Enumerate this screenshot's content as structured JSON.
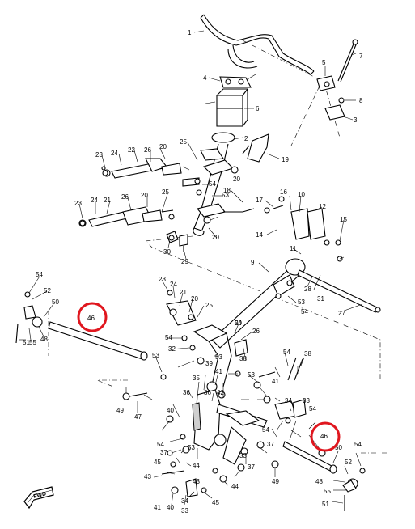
{
  "callouts": {
    "c1": "1",
    "c2": "2",
    "c3": "3",
    "c4": "4",
    "c5": "5",
    "c6": "6",
    "c7": "7",
    "c8": "8",
    "c9": "9",
    "c10": "10",
    "c11": "11",
    "c12": "12",
    "c14": "14",
    "c15": "15",
    "c16": "16",
    "c17": "17",
    "c18": "18",
    "c19": "19",
    "c20a": "20",
    "c20b": "20",
    "c20c": "20",
    "c20d": "20",
    "c20e": "20",
    "c20f": "20",
    "c21a": "21",
    "c21b": "21",
    "c22": "22",
    "c23a": "23",
    "c23b": "23",
    "c23c": "23",
    "c24a": "24",
    "c24b": "24",
    "c24c": "24",
    "c25a": "25",
    "c25b": "25",
    "c25c": "25",
    "c26a": "26",
    "c26b": "26",
    "c26c": "26",
    "c27": "27",
    "c28": "28",
    "c29": "29",
    "c30": "30",
    "c31": "31",
    "c32": "32",
    "c33a": "33",
    "c33b": "33",
    "c33c": "33",
    "c34a": "34",
    "c34b": "34",
    "c35": "35",
    "c36a": "36",
    "c36b": "36",
    "c37a": "37",
    "c37b": "37",
    "c37c": "37",
    "c38a": "38",
    "c38b": "38",
    "c39": "39",
    "c40a": "40",
    "c40b": "40",
    "c41a": "41",
    "c41b": "41",
    "c41c": "41",
    "c42": "42",
    "c43a": "43",
    "c43b": "43",
    "c44a": "44",
    "c44b": "44",
    "c45a": "45",
    "c45b": "45",
    "c46a": "46",
    "c46b": "46",
    "c47": "47",
    "c48a": "48",
    "c48b": "48",
    "c49a": "49",
    "c49b": "49",
    "c50a": "50",
    "c50b": "50",
    "c51a": "51",
    "c51b": "51",
    "c52a": "52",
    "c52b": "52",
    "c53a": "53",
    "c53b": "53",
    "c53c": "53",
    "c53d": "53",
    "c53e": "53",
    "c53f": "53",
    "c54a": "54",
    "c54b": "54",
    "c54c": "54",
    "c54d": "54",
    "c54e": "54",
    "c54f": "54",
    "c54g": "54",
    "c54h": "54",
    "c54i": "54",
    "c54j": "54",
    "c55a": "55",
    "c55b": "55"
  },
  "direction_badge": "FWD",
  "highlight_color": "#e0161e",
  "highlighted_parts": [
    "46",
    "46"
  ]
}
